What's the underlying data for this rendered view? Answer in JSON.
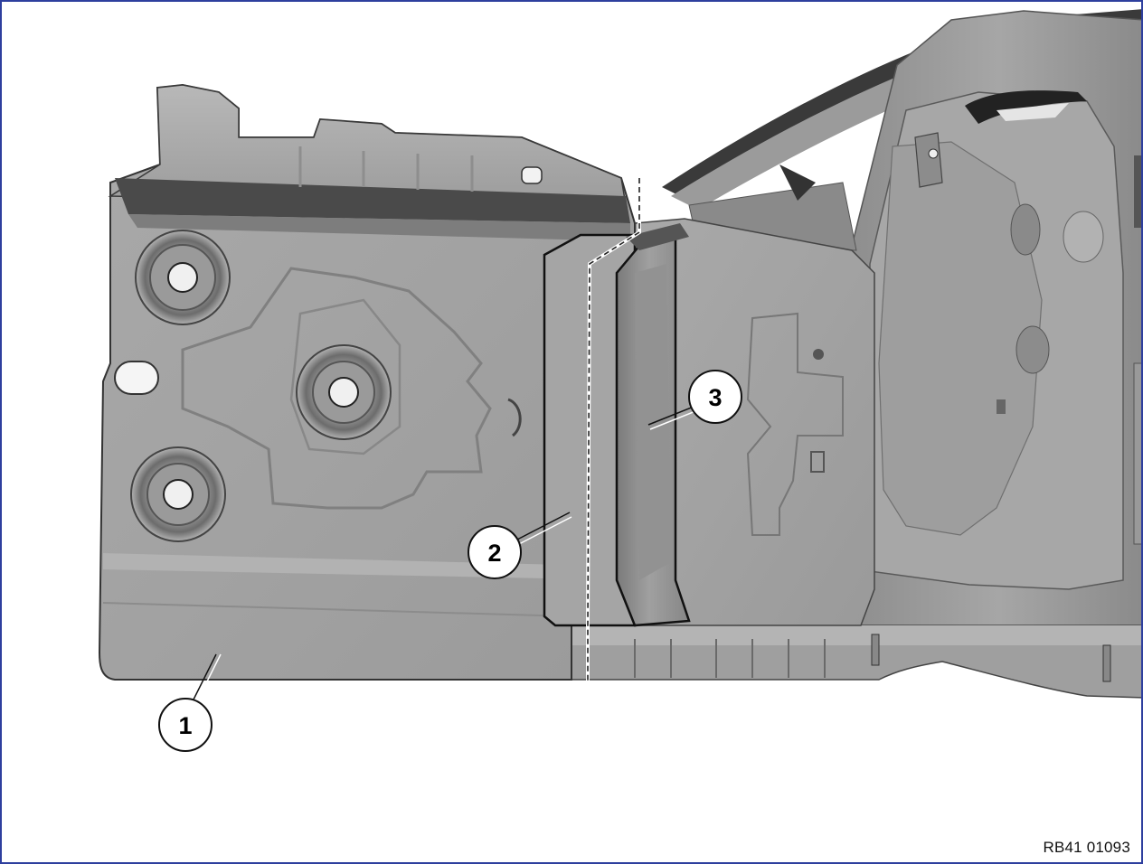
{
  "figure": {
    "reference_code": "RB41 01093",
    "frame_color": "#2e3f9e",
    "callouts": [
      {
        "id": "callout-1",
        "label": "1"
      },
      {
        "id": "callout-2",
        "label": "2"
      },
      {
        "id": "callout-3",
        "label": "3"
      }
    ]
  }
}
